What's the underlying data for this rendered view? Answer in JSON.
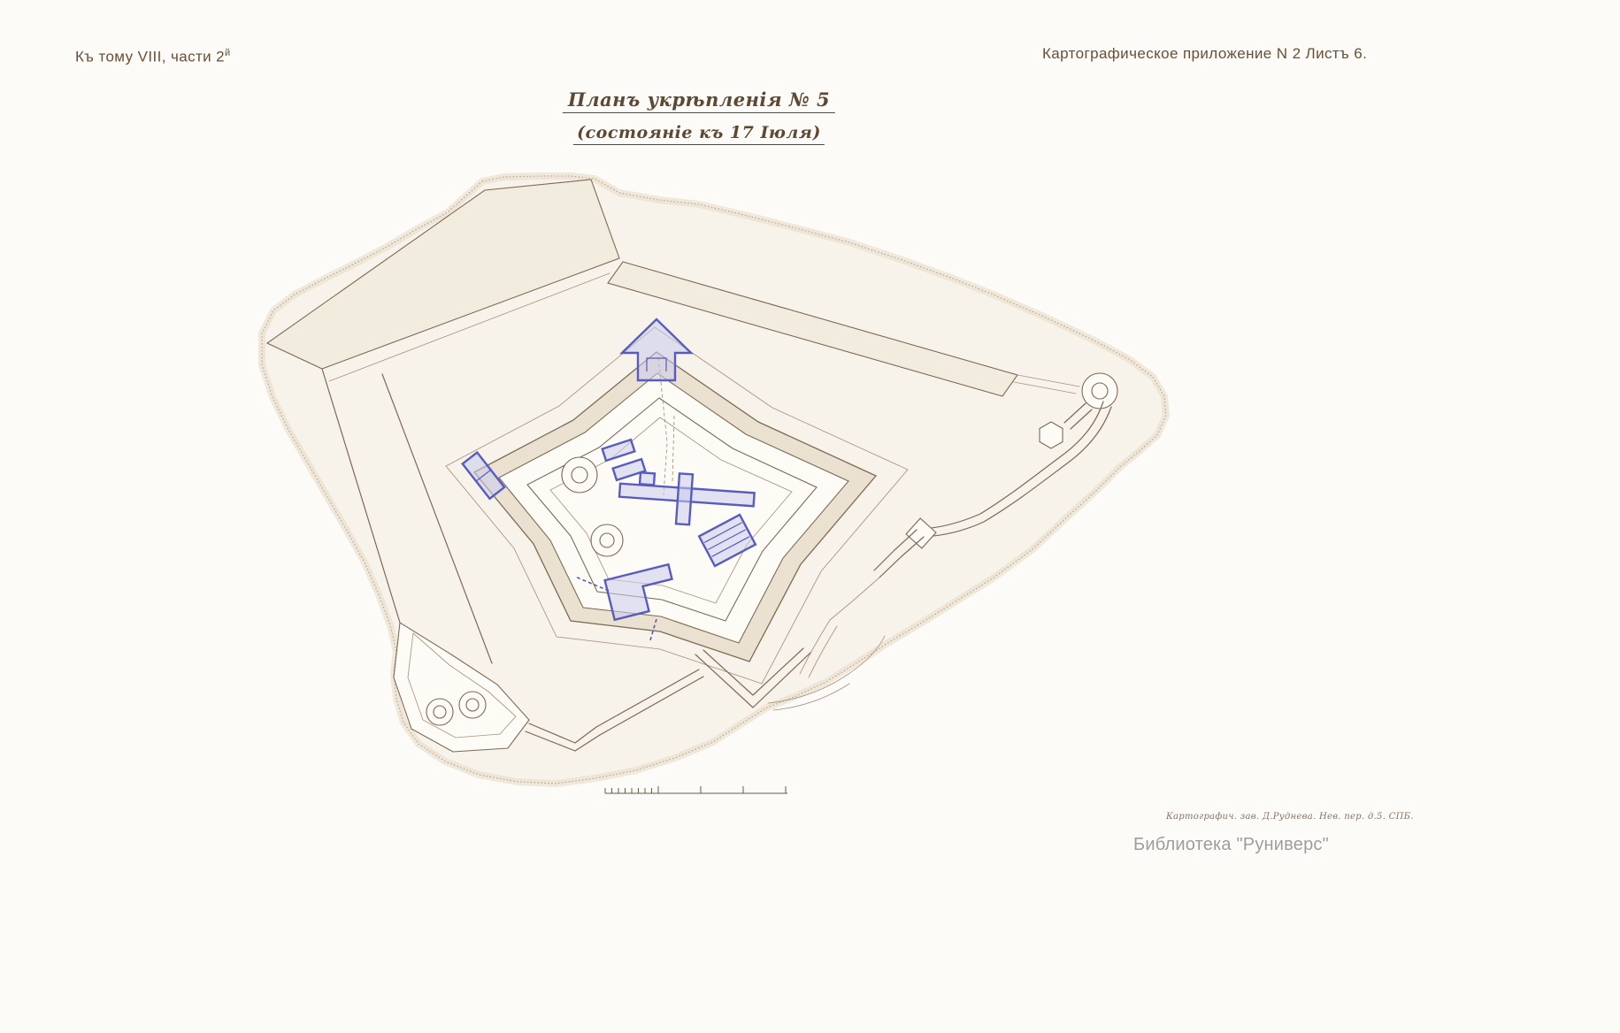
{
  "page": {
    "header": {
      "volume_note": "Къ тому VIII, части 2",
      "volume_note_sup": "й",
      "appendix_note": "Картографическое приложение  N 2  Листъ 6."
    },
    "title": {
      "line1": "Планъ укрѣпленія № 5",
      "line2": "(состояніе къ 17 Іюля)"
    },
    "map": {
      "subject": "fortification-plan-no-5",
      "features": [
        "terrain-contour",
        "northwest-plateau",
        "covered-way-band",
        "pentagonal-fort",
        "interior-towers",
        "north-caponier",
        "west-redoubt",
        "central-barracks",
        "southeast-barracks",
        "southwest-lunette",
        "round-tower",
        "hex-bastion",
        "southwest-bastion",
        "south-ravelin",
        "scale-bar"
      ]
    },
    "footer": {
      "credit": "Картографич. зав. Д.Руднева.  Нев. пер. д.5. СПБ.",
      "watermark": "Библиотека \"Руниверс\""
    },
    "colors": {
      "background": "#fcfbf8",
      "ink": "#7d6a55",
      "ink_light": "#a8957c",
      "wash": "#f2ecdf",
      "ditch": "#ebe1d0",
      "paper": "#fdfbf6",
      "blob": "#f7f2ea",
      "blue": "#575cc0",
      "blue_fill": "#caccec",
      "text_brown": "#6a4f35",
      "title_brown": "#5d4833",
      "watermark_gray": "#9d9d9d"
    }
  }
}
